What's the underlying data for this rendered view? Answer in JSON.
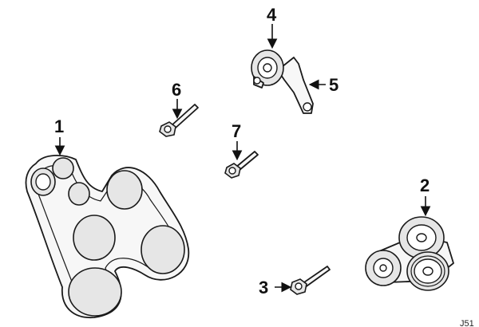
{
  "diagram": {
    "callouts": [
      {
        "id": "1",
        "label": "1"
      },
      {
        "id": "2",
        "label": "2"
      },
      {
        "id": "3",
        "label": "3"
      },
      {
        "id": "4",
        "label": "4"
      },
      {
        "id": "5",
        "label": "5"
      },
      {
        "id": "6",
        "label": "6"
      },
      {
        "id": "7",
        "label": "7"
      }
    ],
    "corner_mark": "J51"
  }
}
